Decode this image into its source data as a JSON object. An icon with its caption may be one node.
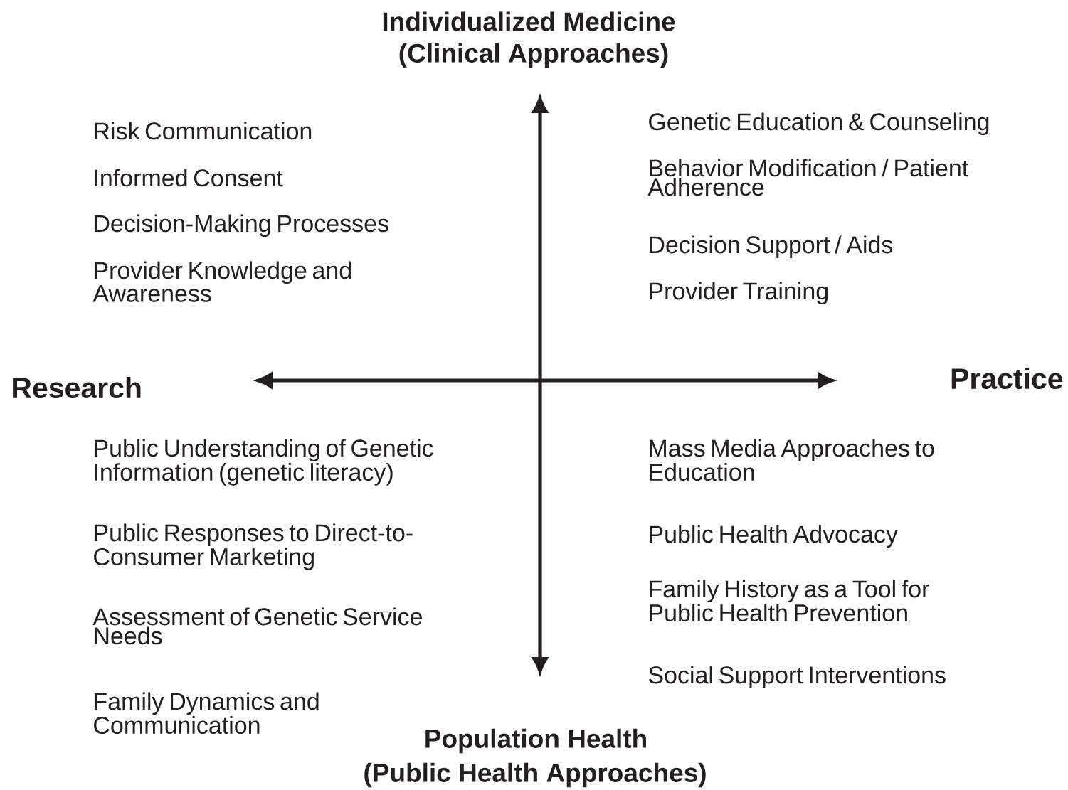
{
  "diagram": {
    "labels": [
      "Individualized Medicine",
      "(Clinical Approaches)",
      "Risk Communication",
      "Informed Consent",
      "Decision-Making Processes",
      "Provider Knowledge and Awareness",
      "Genetic Education & Counseling",
      "Behavior Modification / Patient Adherence",
      "Decision Support / Aids",
      "Provider Training",
      "Research",
      "Practice",
      "Public Understanding of Genetic Information (genetic literacy)",
      "Public Responses to Direct-to-Consumer Marketing",
      "Assessment of Genetic Service Needs",
      "Family Dynamics and Communication",
      "Mass Media Approaches to Education",
      "Public Health Advocacy",
      "Family History as a Tool for Public Health Prevention",
      "Social Support Interventions",
      "Population Health",
      "(Public Health Approaches)"
    ]
  }
}
